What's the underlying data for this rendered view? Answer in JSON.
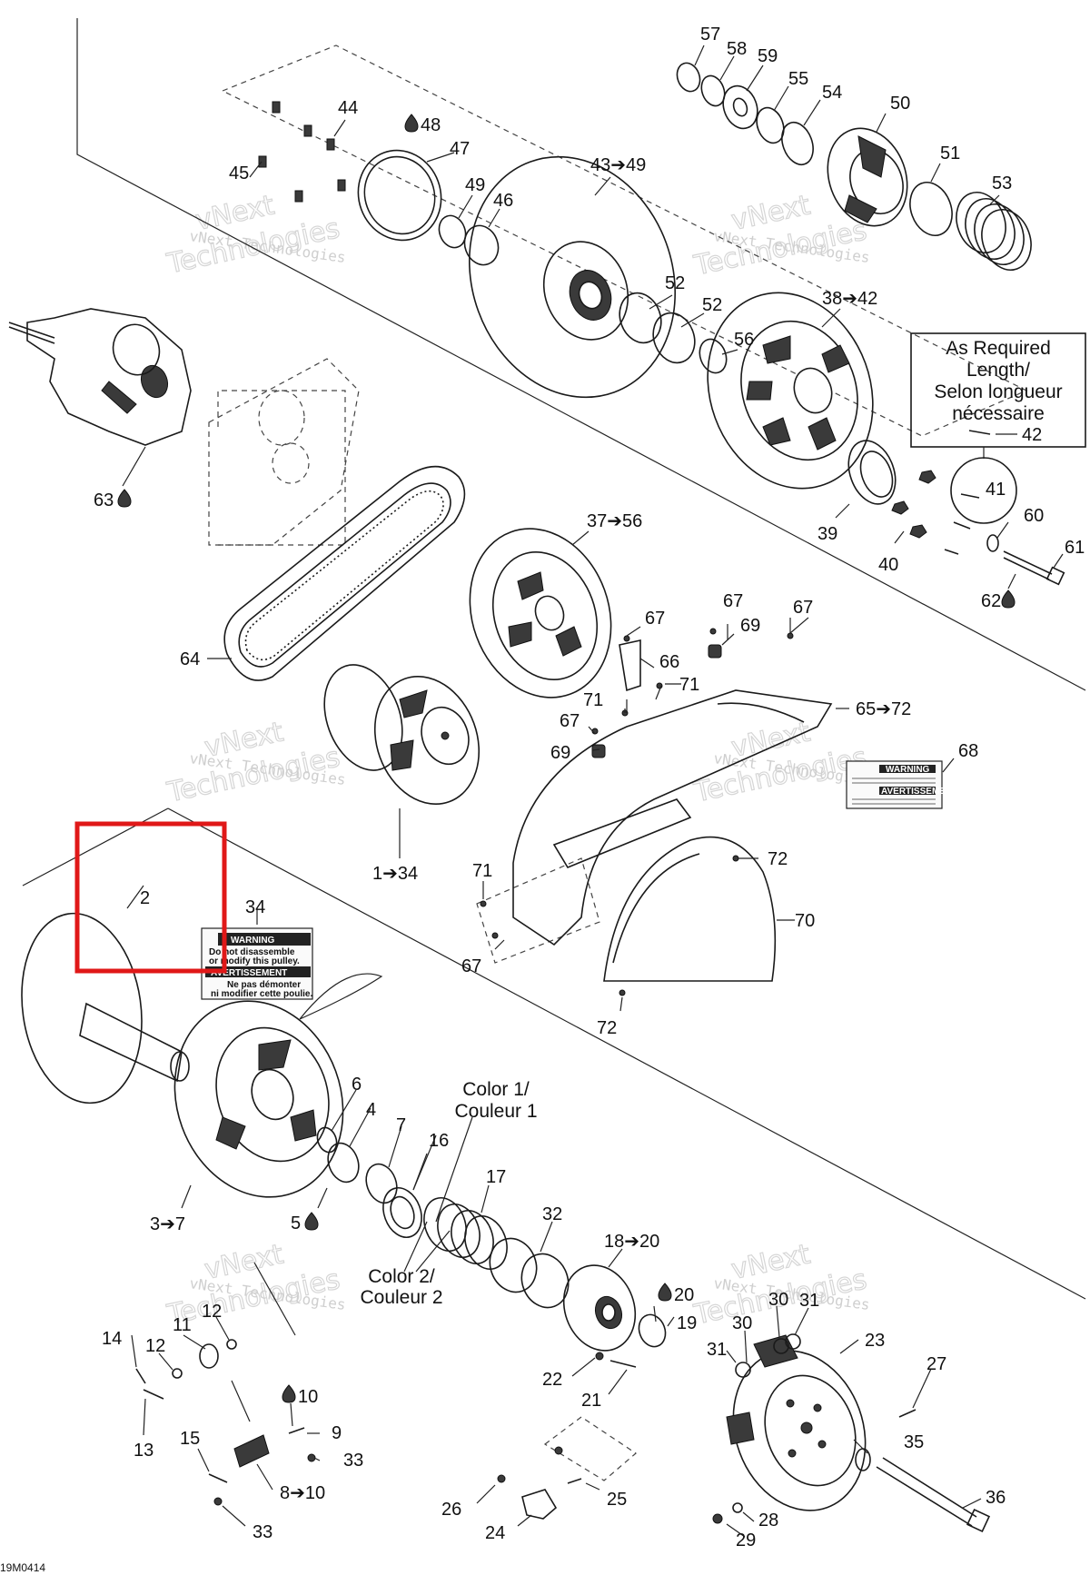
{
  "figure_id": "19M0414",
  "watermark": {
    "line1": "vNext Technologies",
    "line2": "vNext",
    "line3": "Technologies"
  },
  "callouts": [
    "57",
    "58",
    "59",
    "55",
    "54",
    "50",
    "51",
    "53",
    "44",
    "48",
    "47",
    "45",
    "49",
    "46",
    "43➔49",
    "52",
    "52",
    "56",
    "38➔42",
    "42",
    "41",
    "60",
    "61",
    "62",
    "63",
    "39",
    "40",
    "37➔56",
    "67",
    "67",
    "69",
    "67",
    "66",
    "71",
    "71",
    "65➔72",
    "64",
    "67",
    "69",
    "68",
    "1➔34",
    "72",
    "71",
    "70",
    "67",
    "72",
    "2",
    "34",
    "6",
    "4",
    "7",
    "16",
    "17",
    "3➔7",
    "5",
    "32",
    "18➔20",
    "20",
    "19",
    "31",
    "30",
    "30",
    "31",
    "23",
    "27",
    "14",
    "12",
    "11",
    "12",
    "13",
    "10",
    "9",
    "33",
    "15",
    "8➔10",
    "33",
    "22",
    "21",
    "35",
    "26",
    "25",
    "24",
    "28",
    "29",
    "36"
  ],
  "callout_colors": {
    "annotation": "#111111",
    "highlight": "#e01818"
  },
  "note_box": {
    "line1": "As Required",
    "line2": "Length/",
    "line3": "Selon longueur",
    "line4": "nécessaire"
  },
  "color_notes": {
    "color1_line1": "Color 1/",
    "color1_line2": "Couleur 1",
    "color2_line1": "Color 2/",
    "color2_line2": "Couleur 2"
  },
  "label_34": {
    "title": "WARNING",
    "line1": "Do not disassemble",
    "line2": "or modify this pulley.",
    "title_fr": "AVERTISSEMENT",
    "line3": "Ne pas démonter",
    "line4": "ni modifier cette poulie."
  },
  "label_68": {
    "title": "WARNING",
    "title_fr": "AVERTISSEMENT"
  },
  "oil_icon": "oil-drop-icon"
}
